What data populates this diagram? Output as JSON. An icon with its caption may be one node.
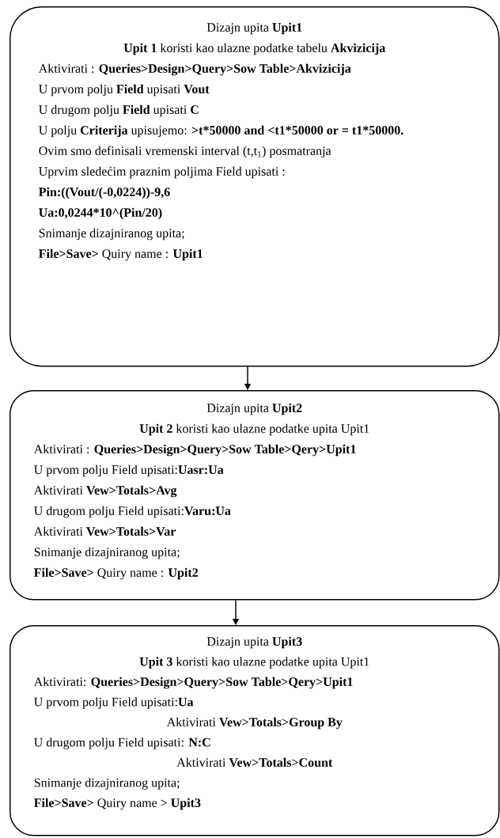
{
  "diagram": {
    "nodes": [
      {
        "text": [
          "Dizajn upita **Upit1**",
          "**Upit 1** koristi kao ulazne podatke tabelu **Akvizicija**",
          "Aktivirati : **Queries>Design>Query>Sow Table>Akvizicija**",
          "U prvom polju **Field** upisati **Vout**",
          "U drugom polju **Field** upisati **C**",
          "U polju **Criterija** upisujemo: **>t*50000 and <t1*50000 or = t1*50000.**",
          "Ovim smo definisali vremenski interval (t,t$_{1}$) posmatranja",
          "Uprvim sledećim praznim poljima Field upisati :",
          "Pin:((Vout/(-0,0224))-9,6",
          "Ua:0,0244*10^(Pin/20)",
          "Snimanje dizajniranog upita;",
          "**File>Save>** Quiry name : **Upit1**"
        ]
      },
      {
        "text": [
          "Dizajn upita **Upit2**",
          "**Upit 2** koristi kao ulazne podatke upita Upit1",
          "Aktivirati : **Queries>Design>Query>Sow Table>Qery>Upit1**",
          "U prvom polju Field upisati:**Uasr:Ua**",
          "Aktivirati **Vew>Totals>Avg**",
          "U drugom polju Field upisati:**Varu:Ua**",
          "Aktivirati **Vew>Totals>Var**",
          "Snimanje dizajniranog upita;",
          "**File>Save>** Quiry name : **Upit2**"
        ]
      },
      {
        "text": [
          "Dizajn upita **Upit3**",
          "**Upit 3** koristi kao ulazne podatke upita Upit1",
          "Aktivirati: **Queries>Design>Query>Sow Table>Qery>Upit1**",
          "U prvom polju Field upisati:**Ua**",
          "Aktivirati **Vew>Totals>Group By**",
          "U drugom polju Field upisati: **N:C**",
          "Aktivirati **Vew>Totals>Count**",
          "Snimanje dizajniranog upita;",
          "**File>Save>** Quiry name > **Upit3**"
        ]
      }
    ],
    "edges": [
      {
        "from": 0,
        "to": 1,
        "arrow": "to"
      },
      {
        "from": 1,
        "to": 2,
        "arrow": "to"
      }
    ]
  }
}
